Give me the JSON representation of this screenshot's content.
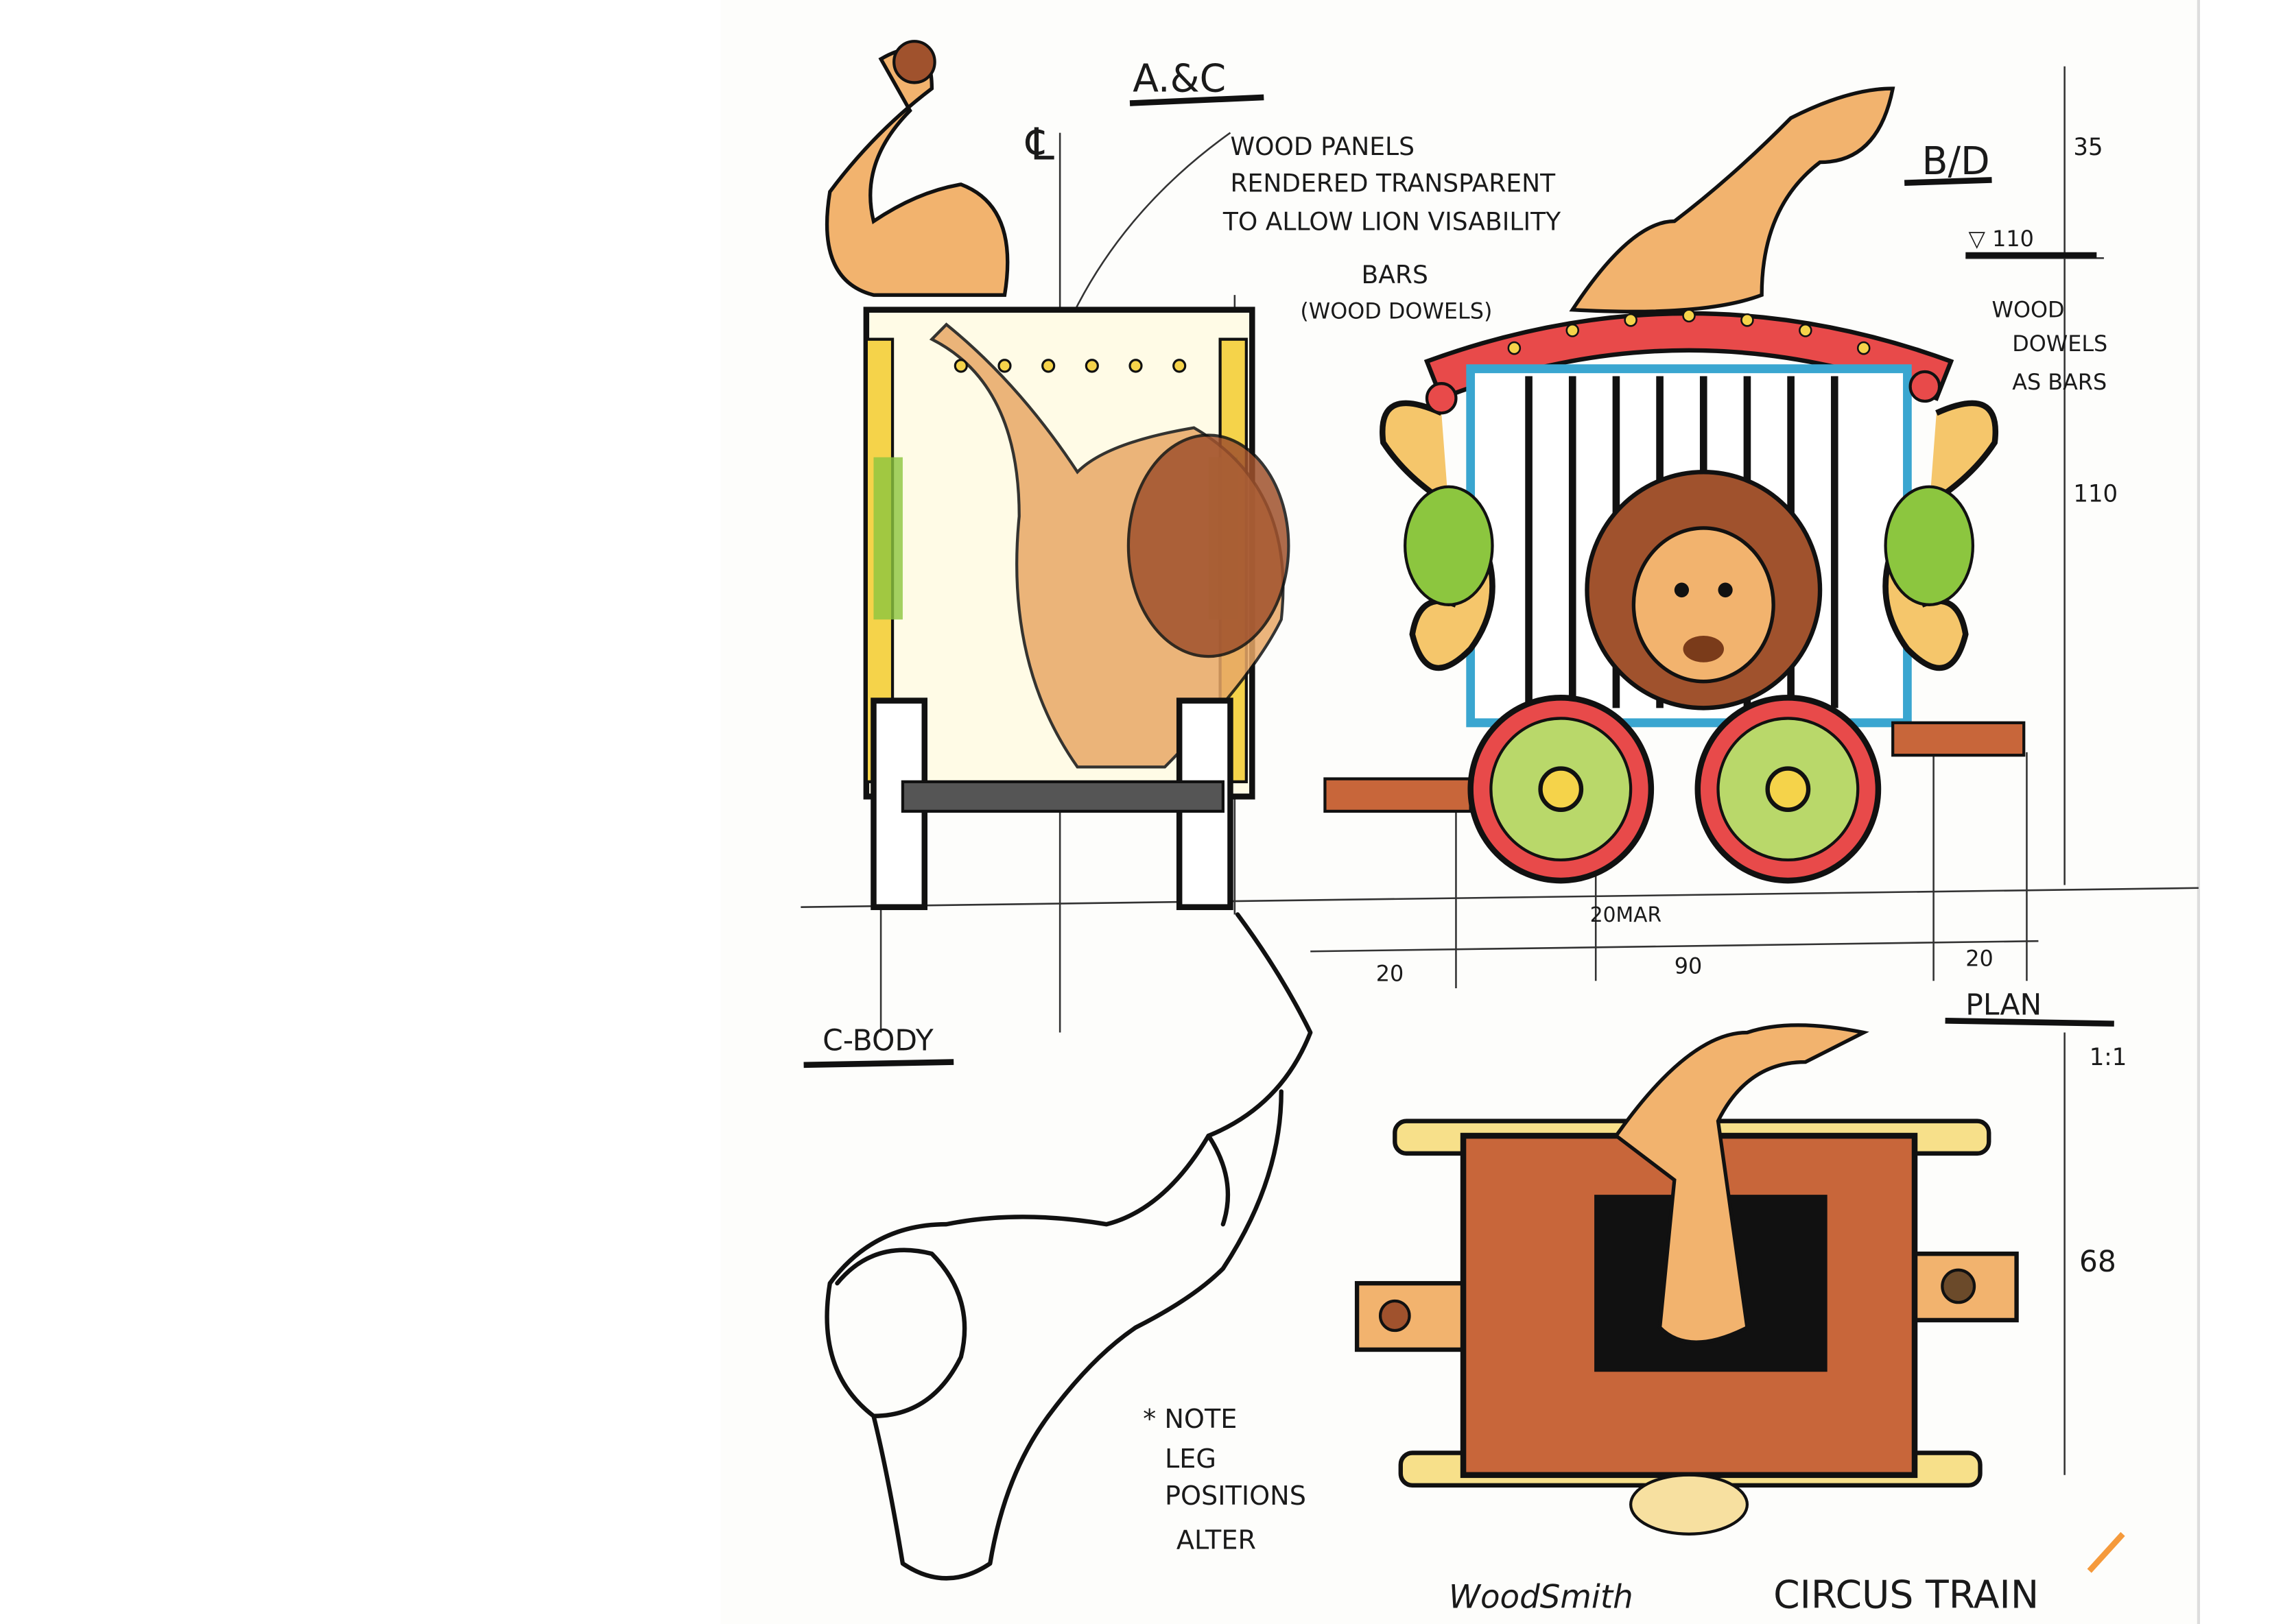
{
  "sheet": {
    "title": "CIRCUS TRAIN",
    "signature": "WoodSmith",
    "colors": {
      "paper": "#ffffff",
      "ink": "#111111",
      "lion": "#f2b36e",
      "mane": "#a0522d",
      "red": "#e84a4a",
      "blue": "#3aa6d0",
      "yellow": "#f5d34a",
      "green": "#8cc63f",
      "wood": "#c8663a"
    }
  },
  "views": {
    "side_view": {
      "label": "A.&C",
      "centerline": "℄"
    },
    "front_view": {
      "label": "B/D"
    },
    "c_body": {
      "label": "C-BODY"
    },
    "plan": {
      "label": "PLAN",
      "scale": "1:1"
    }
  },
  "annotations": {
    "wood_panels": [
      "WOOD PANELS",
      "RENDERED TRANSPARENT",
      "TO ALLOW LION VISABILITY"
    ],
    "bars": [
      "BARS",
      "(WOOD DOWELS)"
    ],
    "dowels": [
      "WOOD",
      "DOWELS",
      "AS BARS"
    ],
    "note": [
      "* NOTE",
      "LEG",
      "POSITIONS",
      "ALTER"
    ]
  },
  "dimensions": {
    "top": "35",
    "level": "▽ 110",
    "height": "110",
    "wheel": "20MAR",
    "left": "20",
    "middle": "90",
    "right": "20",
    "plan_depth": "68"
  }
}
